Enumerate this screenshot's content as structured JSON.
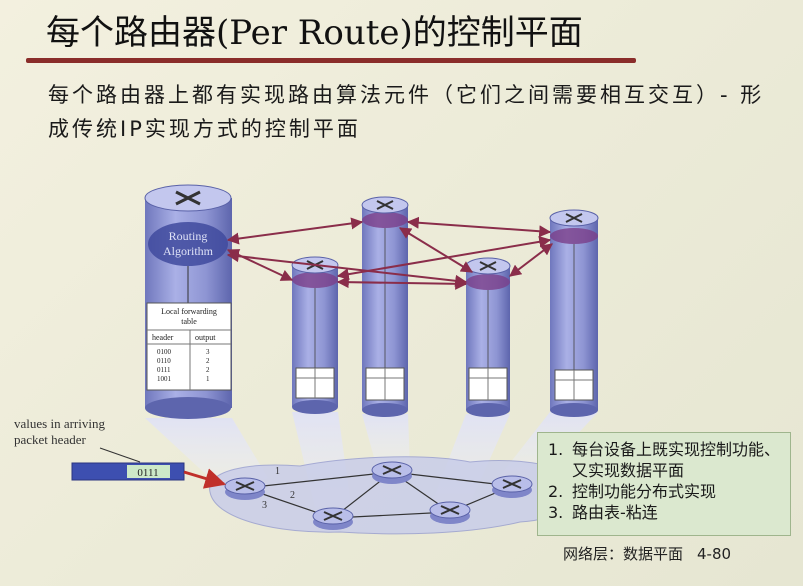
{
  "slide": {
    "title": "每个路由器(Per Route)的控制平面",
    "subtitle": "每个路由器上都有实现路由算法元件（它们之间需要相互交互）- 形成传统IP实现方式的控制平面"
  },
  "diagram": {
    "algorithm_label_line1": "Routing",
    "algorithm_label_line2": "Algorithm",
    "table_title_line1": "Local forwarding",
    "table_title_line2": "table",
    "table_headers": [
      "header",
      "output"
    ],
    "table_rows": [
      [
        "0100",
        "3"
      ],
      [
        "0110",
        "2"
      ],
      [
        "0111",
        "2"
      ],
      [
        "1001",
        "1"
      ]
    ],
    "packet_caption_line1": "values in arriving",
    "packet_caption_line2": "packet header",
    "packet_value": "0111",
    "port_labels": [
      "1",
      "2",
      "3"
    ]
  },
  "notes": [
    {
      "num": "1.",
      "text": "每台设备上既实现控制功能、又实现数据平面"
    },
    {
      "num": "2.",
      "text": "控制功能分布式实现"
    },
    {
      "num": "3.",
      "text": "路由表-粘连"
    }
  ],
  "footer": {
    "section": "网络层：数据平面",
    "page": "4-80"
  },
  "colors": {
    "title_rule": "#8a2d2a",
    "cylinder": "#8e95d3",
    "control_link": "#8a2d4a",
    "note_box": "#dbe8cf"
  }
}
